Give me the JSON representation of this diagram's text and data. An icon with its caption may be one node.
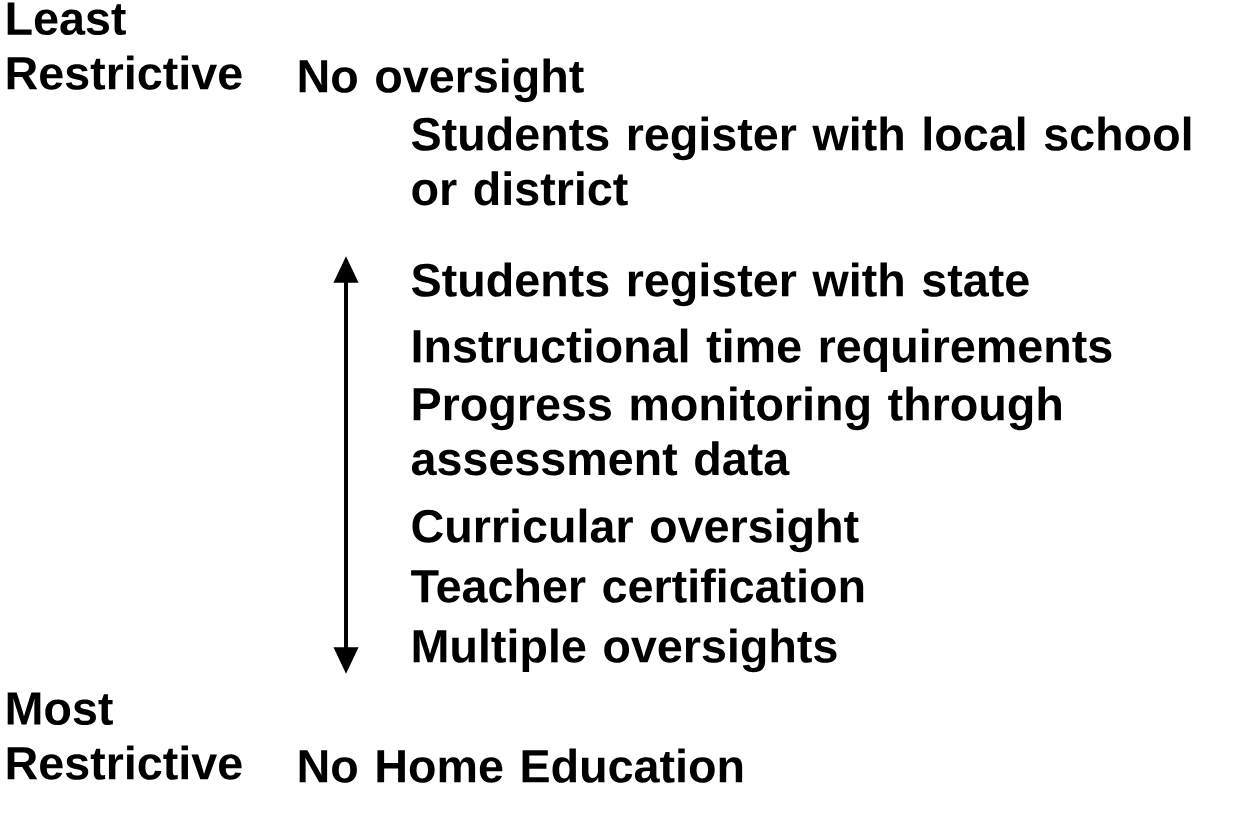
{
  "diagram": {
    "labels": [
      "Least Restrictive",
      "No oversight",
      "Students register with local school or district",
      "Students register with state",
      "Instructional time requirements",
      "Progress monitoring through assessment data",
      "Curricular oversight",
      "Teacher certification",
      "Multiple oversights",
      "Most Restrictive",
      "No Home Education"
    ]
  }
}
